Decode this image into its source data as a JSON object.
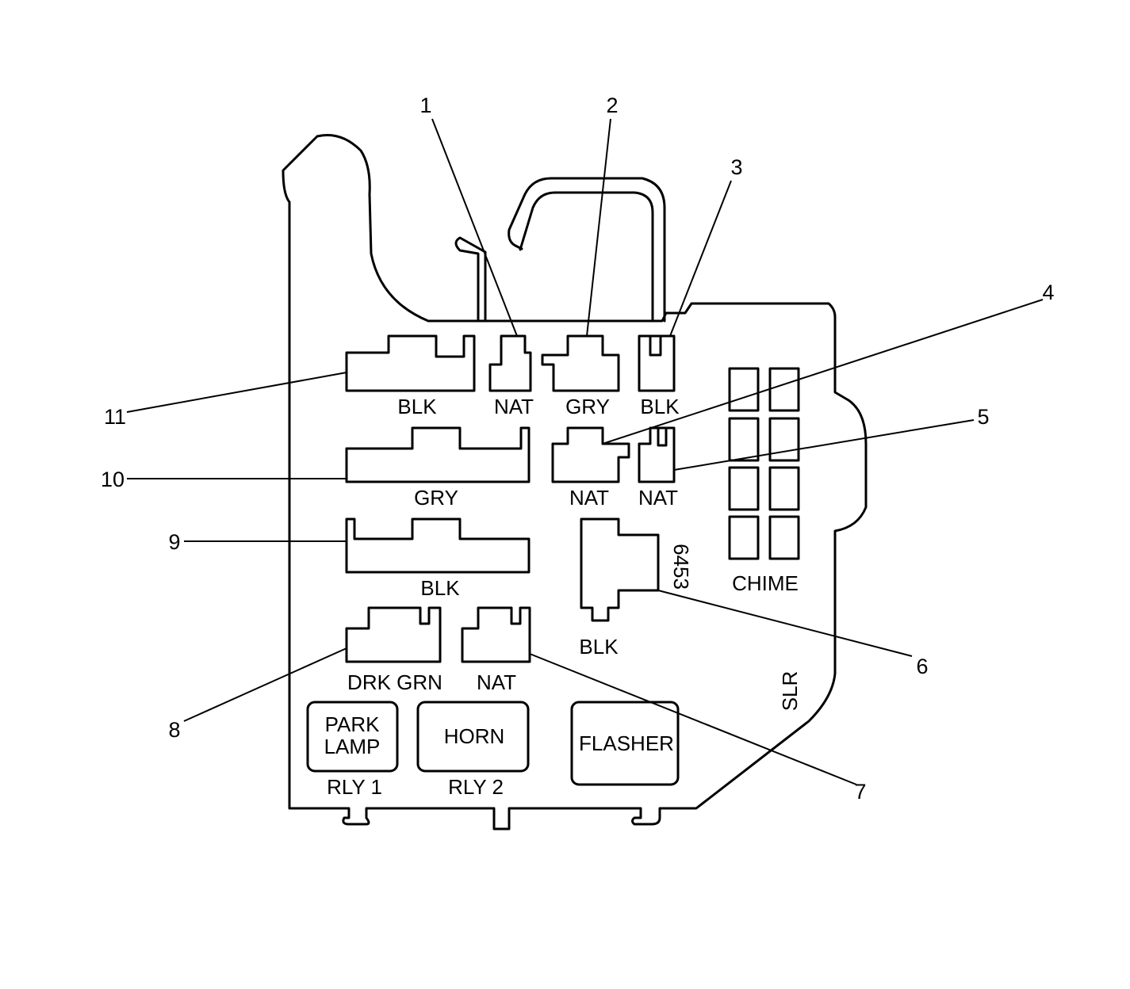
{
  "callouts": [
    "1",
    "2",
    "3",
    "4",
    "5",
    "6",
    "7",
    "8",
    "9",
    "10",
    "11"
  ],
  "connectors": {
    "c1": "NAT",
    "c2": "GRY",
    "c3": "BLK",
    "c4": "NAT",
    "c5": "NAT",
    "c6": "BLK",
    "c7": "NAT",
    "c8": "DRK GRN",
    "c9": "BLK",
    "c10": "GRY",
    "c11": "BLK"
  },
  "part_number": "6453",
  "chime_label": "CHIME",
  "slr_label": "SLR",
  "relays": {
    "rly1_line1": "PARK",
    "rly1_line2": "LAMP",
    "rly1_tag": "RLY 1",
    "rly2": "HORN",
    "rly2_tag": "RLY 2",
    "flasher": "FLASHER"
  }
}
